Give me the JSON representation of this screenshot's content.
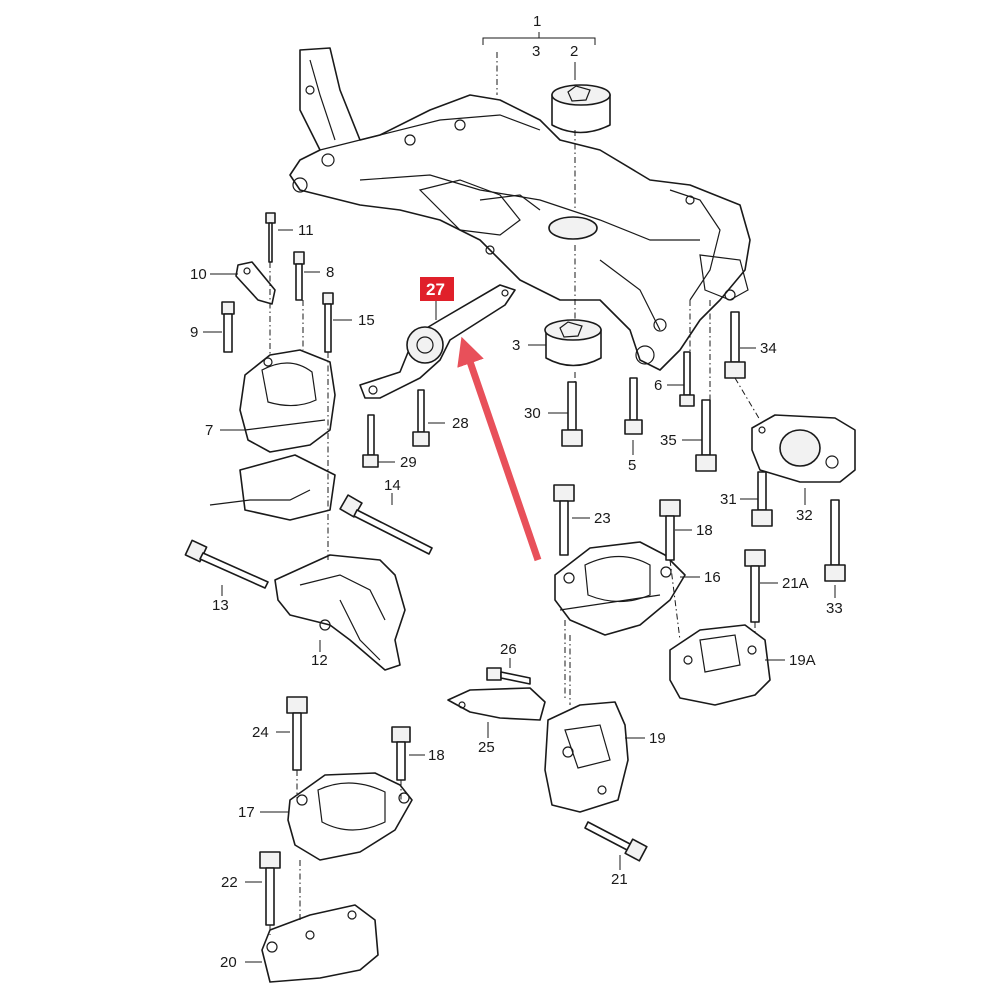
{
  "labels": {
    "l1": "1",
    "l2": "2",
    "l3a": "3",
    "l3b": "3",
    "l5": "5",
    "l6": "6",
    "l7": "7",
    "l8": "8",
    "l9": "9",
    "l10": "10",
    "l11": "11",
    "l12": "12",
    "l13": "13",
    "l14": "14",
    "l15": "15",
    "l16": "16",
    "l17": "17",
    "l18a": "18",
    "l18b": "18",
    "l19": "19",
    "l19a": "19A",
    "l20": "20",
    "l21": "21",
    "l21a": "21A",
    "l22": "22",
    "l23": "23",
    "l24": "24",
    "l25": "25",
    "l26": "26",
    "l27": "27",
    "l28": "28",
    "l29": "29",
    "l30": "30",
    "l31": "31",
    "l32": "32",
    "l33": "33",
    "l34": "34",
    "l35": "35"
  },
  "highlight": {
    "badge_color": "#e0202a",
    "arrow_color": "#e8505a"
  }
}
